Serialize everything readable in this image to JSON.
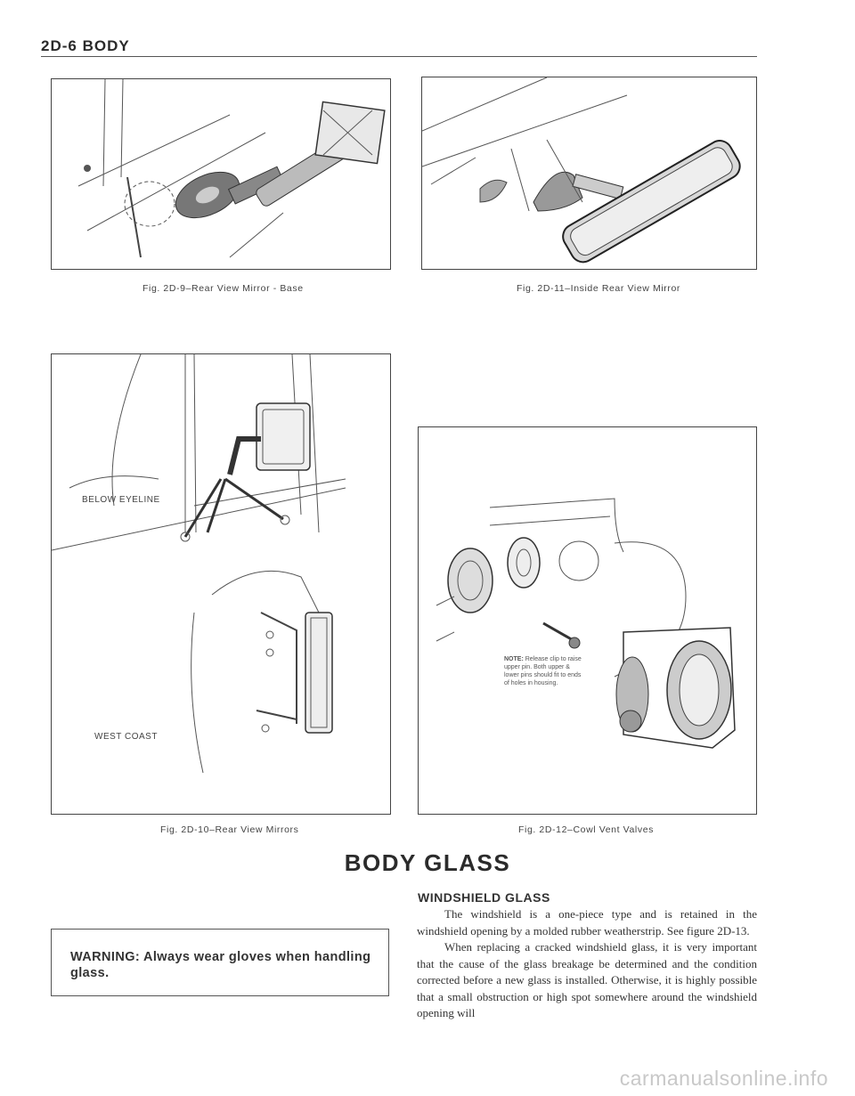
{
  "header": {
    "title": "2D-6  BODY"
  },
  "figures": [
    {
      "id": "fig-2d-9",
      "caption": "Fig. 2D-9–Rear View Mirror - Base"
    },
    {
      "id": "fig-2d-11",
      "caption": "Fig. 2D-11–Inside Rear View Mirror"
    },
    {
      "id": "fig-2d-10",
      "caption": "Fig. 2D-10–Rear View Mirrors",
      "callouts": [
        "BELOW EYELINE",
        "WEST COAST"
      ]
    },
    {
      "id": "fig-2d-12",
      "caption": "Fig. 2D-12–Cowl Vent Valves",
      "note_label": "NOTE:",
      "note_text": "Release clip to raise upper pin. Both upper & lower pins should fit to ends of holes in housing."
    }
  ],
  "section": {
    "title": "BODY GLASS"
  },
  "warning": {
    "text": "WARNING: Always wear gloves when handling glass."
  },
  "windshield": {
    "heading": "WINDSHIELD GLASS",
    "paragraphs": [
      "The windshield is a one-piece type and is retained in the windshield opening by a molded rubber weatherstrip. See figure 2D-13.",
      "When replacing a cracked windshield glass, it is very important that the cause of the glass breakage be determined and the condition corrected before a new glass is installed. Otherwise, it is highly possible that a small obstruction or high spot somewhere around the windshield opening will"
    ]
  },
  "watermark": {
    "text": "carmanualsonline.info"
  }
}
